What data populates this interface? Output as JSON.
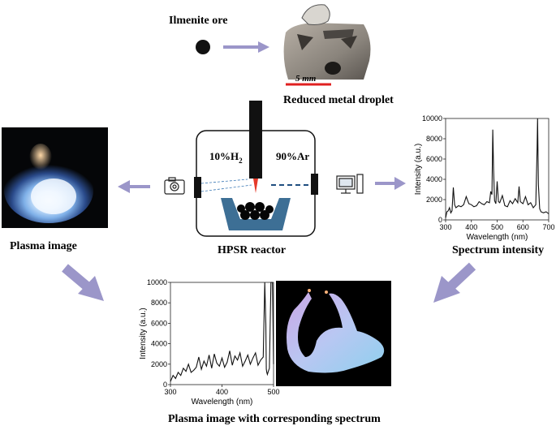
{
  "labels": {
    "ilmenite": "Ilmenite ore",
    "scale": "5 mm",
    "droplet": "Reduced metal droplet",
    "h2": "10%H",
    "h2_sub": "2",
    "ar": "90%Ar",
    "reactor": "HPSR reactor",
    "plasma": "Plasma image",
    "spectrum": "Spectrum intensity",
    "bottom": "Plasma image with corresponding spectrum"
  },
  "colors": {
    "arrow": "#9b96c9",
    "scale_bar": "#e02020",
    "crucible": "#3d6f95",
    "window": "#111111",
    "beam": "#3a78b5"
  },
  "chart_data": [
    {
      "type": "line",
      "title": "",
      "xlabel": "Wavelength (nm)",
      "ylabel": "Intensity (a.u.)",
      "xlim": [
        300,
        700
      ],
      "ylim": [
        0,
        10000
      ],
      "xticks": [
        "300",
        "400",
        "500",
        "600",
        "700"
      ],
      "yticks": [
        "0",
        "2000",
        "4000",
        "6000",
        "8000",
        "10000"
      ],
      "series": [
        {
          "x": [
            300,
            305,
            310,
            315,
            320,
            325,
            330,
            335,
            340,
            350,
            360,
            370,
            380,
            390,
            400,
            410,
            420,
            430,
            440,
            450,
            460,
            470,
            475,
            480,
            483,
            486,
            490,
            495,
            500,
            505,
            510,
            520,
            530,
            540,
            550,
            560,
            570,
            580,
            585,
            590,
            595,
            600,
            610,
            620,
            630,
            640,
            650,
            655,
            657,
            660,
            665,
            670,
            680,
            690,
            700
          ],
          "y": [
            200,
            800,
            900,
            1200,
            700,
            900,
            3200,
            1500,
            1200,
            1400,
            1300,
            1500,
            2300,
            1600,
            1500,
            1300,
            1400,
            1800,
            1600,
            1500,
            1800,
            1700,
            2800,
            2500,
            8900,
            5000,
            1900,
            1600,
            3800,
            1800,
            1700,
            2400,
            1400,
            1300,
            1900,
            1600,
            2100,
            1700,
            3300,
            1800,
            1700,
            1600,
            2300,
            1500,
            1700,
            1200,
            1500,
            7000,
            10000,
            3500,
            1100,
            800,
            700,
            800,
            600
          ]
        }
      ]
    },
    {
      "type": "line",
      "title": "",
      "xlabel": "Wavelength (nm)",
      "ylabel": "Intensity (a.u.)",
      "xlim": [
        300,
        500
      ],
      "ylim": [
        0,
        10000
      ],
      "xticks": [
        "300",
        "400",
        "500"
      ],
      "yticks": [
        "0",
        "2000",
        "4000",
        "6000",
        "8000",
        "10000"
      ],
      "series": [
        {
          "x": [
            300,
            305,
            310,
            315,
            320,
            325,
            330,
            335,
            340,
            345,
            350,
            355,
            360,
            365,
            370,
            375,
            380,
            385,
            390,
            395,
            400,
            405,
            410,
            415,
            420,
            425,
            430,
            435,
            440,
            445,
            450,
            455,
            460,
            465,
            470,
            475,
            480,
            483,
            485,
            486,
            487,
            488,
            490,
            492,
            495,
            498,
            500
          ],
          "y": [
            300,
            900,
            600,
            1200,
            900,
            1600,
            1300,
            2000,
            1200,
            1400,
            1700,
            2700,
            1500,
            2300,
            1800,
            2900,
            1600,
            3000,
            2100,
            1800,
            2600,
            1700,
            2200,
            3300,
            1900,
            2800,
            2400,
            3100,
            1800,
            2300,
            2900,
            2000,
            2600,
            3100,
            1900,
            2400,
            2700,
            10000,
            6000,
            1500,
            1200,
            1000,
            1300,
            1600,
            10000,
            10000,
            2000
          ]
        }
      ]
    }
  ]
}
